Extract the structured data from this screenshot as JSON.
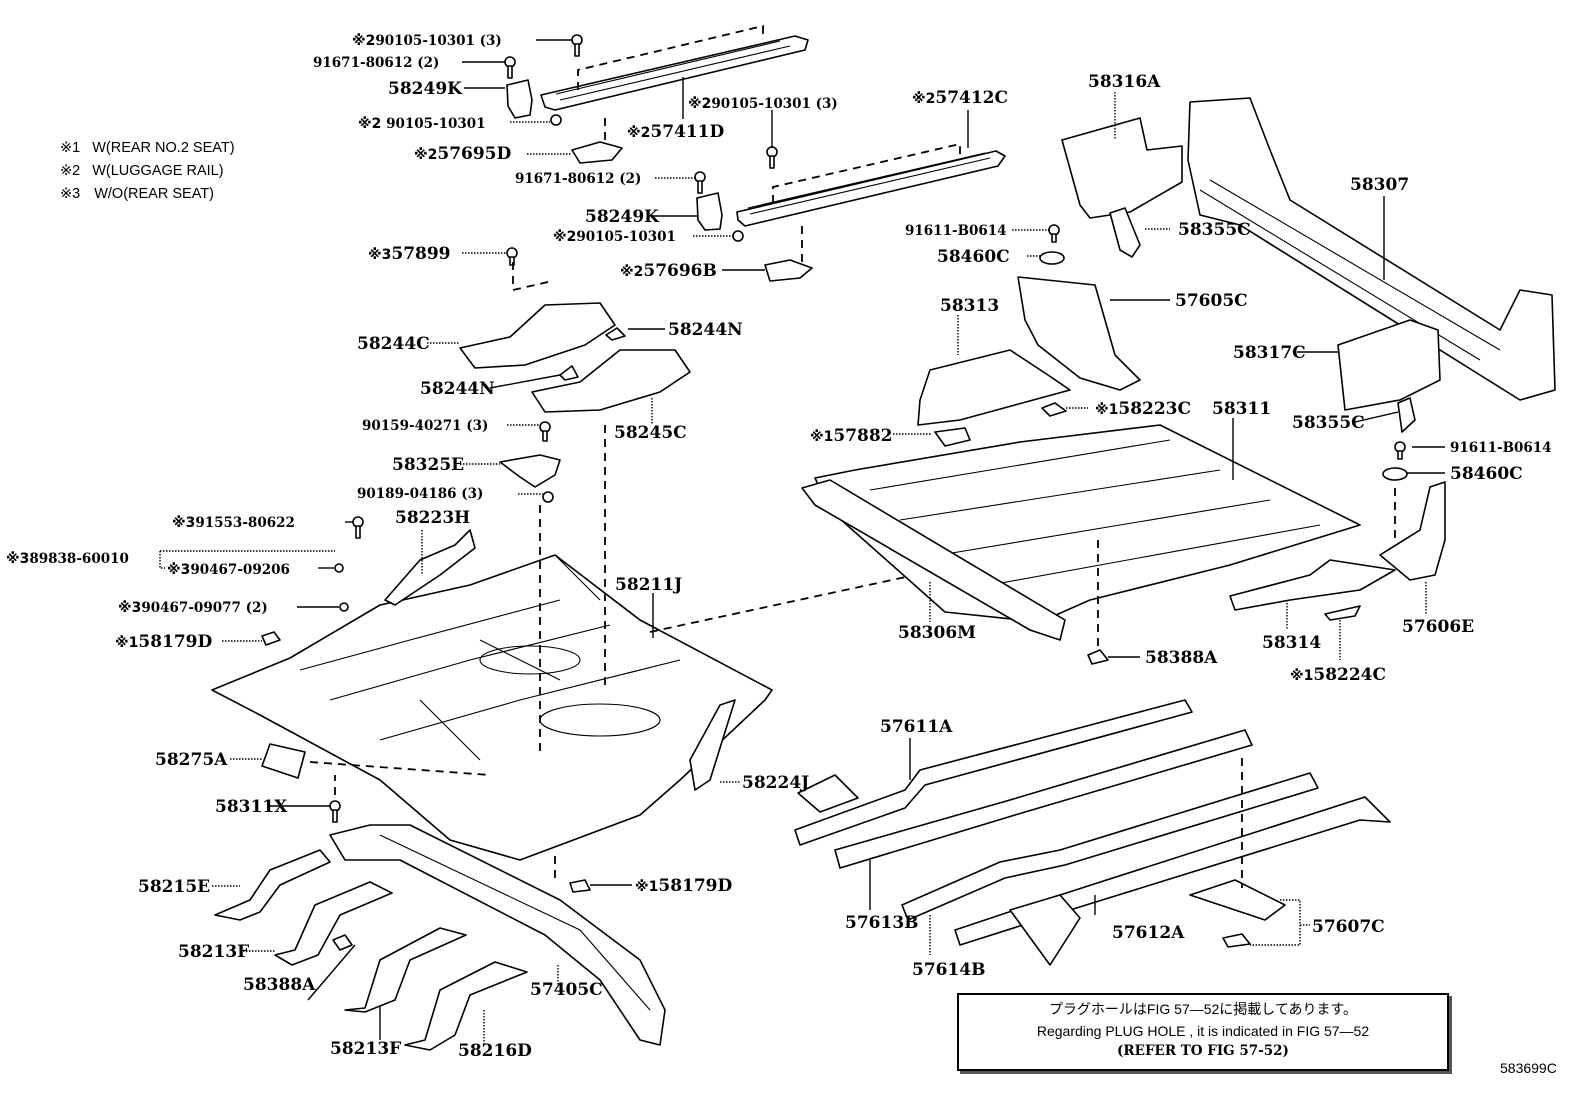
{
  "legend": [
    {
      "mark": "※1",
      "text": "W(REAR NO.2 SEAT)"
    },
    {
      "mark": "※2",
      "text": "W(LUGGAGE RAIL)"
    },
    {
      "mark": "※3",
      "text": "W/O(REAR SEAT)"
    }
  ],
  "callouts": {
    "c01": {
      "mark": "※2",
      "part": "90105-10301",
      "qty": "(3)"
    },
    "c02": {
      "mark": "",
      "part": "91671-80612",
      "qty": "(2)"
    },
    "c03": {
      "mark": "",
      "part": "58249K",
      "qty": ""
    },
    "c04": {
      "mark": "※2",
      "part": "90105-10301",
      "qty": ""
    },
    "c05": {
      "mark": "※2",
      "part": "57695D",
      "qty": ""
    },
    "c06": {
      "mark": "※2",
      "part": "57411D",
      "qty": ""
    },
    "c07": {
      "mark": "※2",
      "part": "90105-10301",
      "qty": "(3)"
    },
    "c08": {
      "mark": "※2",
      "part": "57412C",
      "qty": ""
    },
    "c09": {
      "mark": "",
      "part": "91671-80612",
      "qty": "(2)"
    },
    "c10": {
      "mark": "",
      "part": "58249K",
      "qty": ""
    },
    "c11": {
      "mark": "※2",
      "part": "90105-10301",
      "qty": ""
    },
    "c12": {
      "mark": "※2",
      "part": "57696B",
      "qty": ""
    },
    "c13": {
      "mark": "※3",
      "part": "57899",
      "qty": ""
    },
    "c14": {
      "mark": "",
      "part": "58244C",
      "qty": ""
    },
    "c15": {
      "mark": "",
      "part": "58244N",
      "qty": ""
    },
    "c16": {
      "mark": "",
      "part": "58244N",
      "qty": ""
    },
    "c17": {
      "mark": "",
      "part": "58245C",
      "qty": ""
    },
    "c18": {
      "mark": "",
      "part": "90159-40271",
      "qty": "(3)"
    },
    "c19": {
      "mark": "",
      "part": "58325E",
      "qty": ""
    },
    "c20": {
      "mark": "",
      "part": "90189-04186",
      "qty": "(3)"
    },
    "c21": {
      "mark": "※3",
      "part": "91553-80622",
      "qty": ""
    },
    "c22": {
      "mark": "",
      "part": "58223H",
      "qty": ""
    },
    "c23": {
      "mark": "※3",
      "part": "89838-60010",
      "qty": ""
    },
    "c24": {
      "mark": "※3",
      "part": "90467-09206",
      "qty": ""
    },
    "c25": {
      "mark": "※3",
      "part": "90467-09077",
      "qty": "(2)"
    },
    "c26": {
      "mark": "※1",
      "part": "58179D",
      "qty": ""
    },
    "c27": {
      "mark": "",
      "part": "58211J",
      "qty": ""
    },
    "c28": {
      "mark": "",
      "part": "58275A",
      "qty": ""
    },
    "c29": {
      "mark": "",
      "part": "58224J",
      "qty": ""
    },
    "c30": {
      "mark": "",
      "part": "58311X",
      "qty": ""
    },
    "c31": {
      "mark": "※1",
      "part": "58179D",
      "qty": ""
    },
    "c32": {
      "mark": "",
      "part": "58215E",
      "qty": ""
    },
    "c33": {
      "mark": "",
      "part": "58213F",
      "qty": ""
    },
    "c34": {
      "mark": "",
      "part": "58388A",
      "qty": ""
    },
    "c35": {
      "mark": "",
      "part": "57405C",
      "qty": ""
    },
    "c36": {
      "mark": "",
      "part": "58213F",
      "qty": ""
    },
    "c37": {
      "mark": "",
      "part": "58216D",
      "qty": ""
    },
    "c38": {
      "mark": "",
      "part": "58316A",
      "qty": ""
    },
    "c39": {
      "mark": "",
      "part": "58307",
      "qty": ""
    },
    "c40": {
      "mark": "",
      "part": "58355C",
      "qty": ""
    },
    "c41": {
      "mark": "",
      "part": "91611-B0614",
      "qty": ""
    },
    "c42": {
      "mark": "",
      "part": "58460C",
      "qty": ""
    },
    "c43": {
      "mark": "",
      "part": "58313",
      "qty": ""
    },
    "c44": {
      "mark": "",
      "part": "57605C",
      "qty": ""
    },
    "c45": {
      "mark": "",
      "part": "58317C",
      "qty": ""
    },
    "c46": {
      "mark": "※1",
      "part": "58223C",
      "qty": ""
    },
    "c47": {
      "mark": "",
      "part": "58311",
      "qty": ""
    },
    "c48": {
      "mark": "",
      "part": "58355C",
      "qty": ""
    },
    "c49": {
      "mark": "※1",
      "part": "57882",
      "qty": ""
    },
    "c50": {
      "mark": "",
      "part": "91611-B0614",
      "qty": ""
    },
    "c51": {
      "mark": "",
      "part": "58460C",
      "qty": ""
    },
    "c52": {
      "mark": "",
      "part": "58306M",
      "qty": ""
    },
    "c53": {
      "mark": "",
      "part": "58314",
      "qty": ""
    },
    "c54": {
      "mark": "",
      "part": "57606E",
      "qty": ""
    },
    "c55": {
      "mark": "",
      "part": "58388A",
      "qty": ""
    },
    "c56": {
      "mark": "※1",
      "part": "58224C",
      "qty": ""
    },
    "c57": {
      "mark": "",
      "part": "57611A",
      "qty": ""
    },
    "c58": {
      "mark": "",
      "part": "57613B",
      "qty": ""
    },
    "c59": {
      "mark": "",
      "part": "57612A",
      "qty": ""
    },
    "c60": {
      "mark": "",
      "part": "57607C",
      "qty": ""
    },
    "c61": {
      "mark": "",
      "part": "57614B",
      "qty": ""
    }
  },
  "note": {
    "japanese": "プラグホールはFIG 57—52に掲載してあります。",
    "english": "Regarding PLUG HOLE , it is indicated in FIG 57—52",
    "reference": "(REFER TO FIG 57-52)"
  },
  "figure_id": "583699C"
}
